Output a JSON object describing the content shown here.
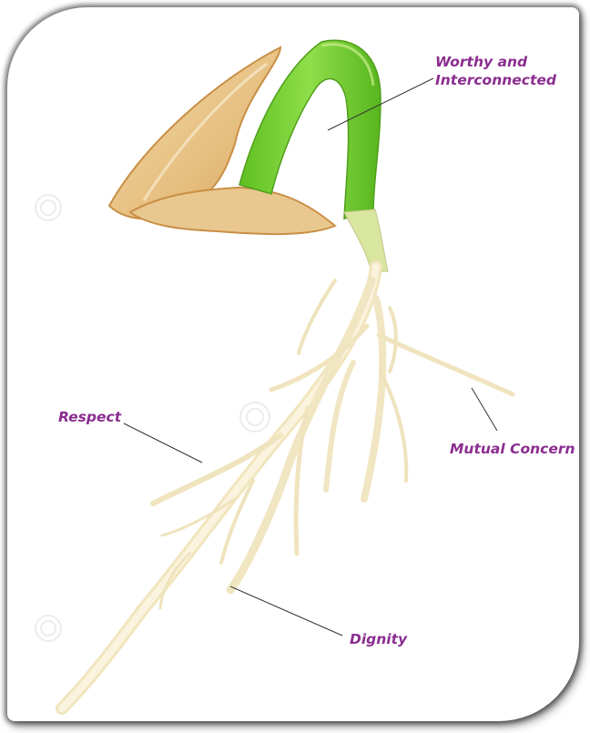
{
  "labels": {
    "worthy_line1": "Worthy and",
    "worthy_line2": "Interconnected",
    "respect": "Respect",
    "mutual_concern": "Mutual Concern",
    "dignity": "Dignity"
  },
  "colors": {
    "label_text": "#8a2d8f",
    "leader_line": "#333333",
    "sprout_green": "#7ed23a",
    "seed_coat": "#e8c48a",
    "root": "#f3e8c4"
  }
}
